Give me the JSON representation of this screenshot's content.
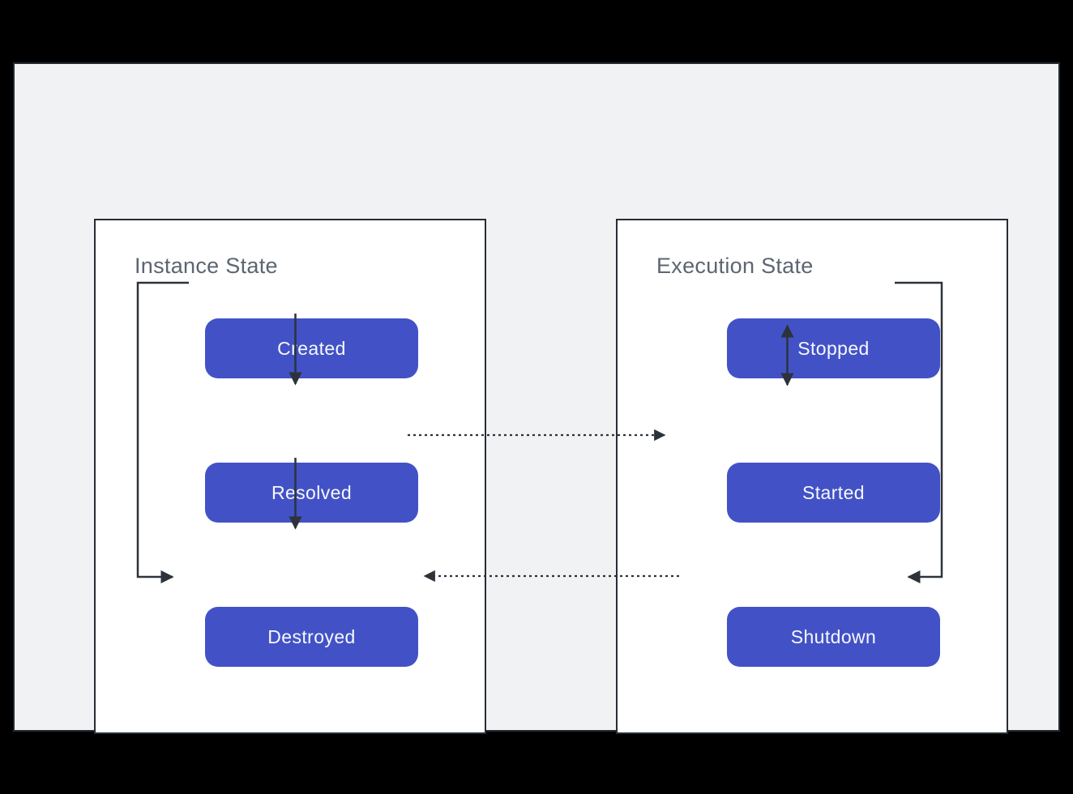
{
  "diagram": {
    "panels": {
      "instance": {
        "title": "Instance State",
        "nodes": {
          "created": "Created",
          "resolved": "Resolved",
          "destroyed": "Destroyed"
        }
      },
      "execution": {
        "title": "Execution State",
        "nodes": {
          "stopped": "Stopped",
          "started": "Started",
          "shutdown": "Shutdown"
        }
      }
    },
    "edges": [
      {
        "from": "Created",
        "to": "Resolved",
        "style": "solid",
        "direction": "one-way"
      },
      {
        "from": "Resolved",
        "to": "Destroyed",
        "style": "solid",
        "direction": "one-way"
      },
      {
        "from": "Created",
        "to": "Destroyed",
        "style": "solid",
        "direction": "one-way",
        "route": "left-elbow"
      },
      {
        "from": "Stopped",
        "to": "Started",
        "style": "solid",
        "direction": "two-way"
      },
      {
        "from": "Stopped",
        "to": "Shutdown",
        "style": "solid",
        "direction": "one-way",
        "route": "right-elbow"
      },
      {
        "from": "Resolved",
        "to": "Started",
        "style": "dashed",
        "direction": "one-way"
      },
      {
        "from": "Shutdown",
        "to": "Destroyed",
        "style": "dashed",
        "direction": "one-way"
      }
    ]
  },
  "colors": {
    "frame": "#000000",
    "background": "#f1f2f4",
    "panel_bg": "#ffffff",
    "panel_border": "#262d35",
    "title_text": "#5c6571",
    "node_fill": "#4252c6",
    "node_text": "#f7f8fc",
    "arrow": "#2d333b"
  }
}
